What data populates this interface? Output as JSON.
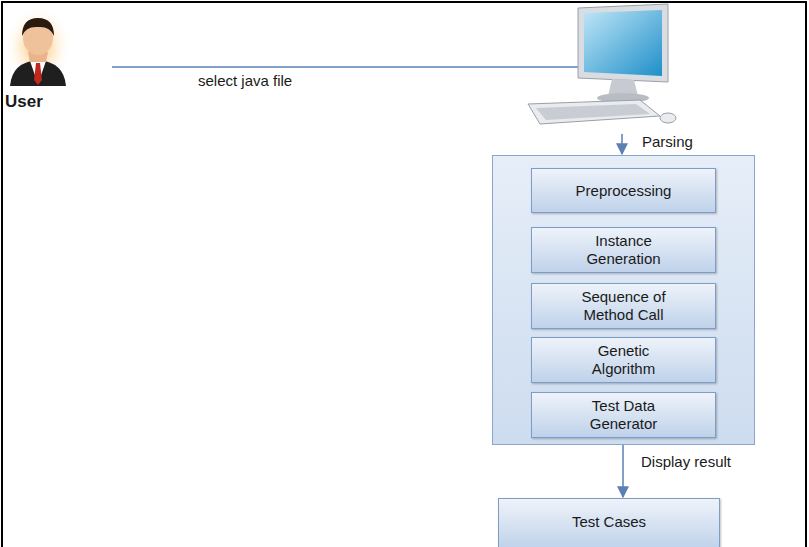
{
  "diagram": {
    "nodes": [
      {
        "text": [
          "User"
        ]
      },
      {
        "text": []
      },
      {
        "text": [
          "Preprocessing"
        ],
        "in": 1
      },
      {
        "text": [
          "Instance Generation"
        ],
        "in": 1
      },
      {
        "text": [
          "Sequence of Method Call"
        ],
        "in": 1
      },
      {
        "text": [
          "Genetic Algorithm"
        ],
        "in": 1
      },
      {
        "text": [
          "Test Data Generator"
        ],
        "in": 1
      },
      {
        "text": [
          "Test Cases"
        ]
      }
    ],
    "edges": [
      {
        "from": 1,
        "to": 7,
        "label": "Display result",
        "arrow": "to"
      }
    ],
    "labels": [
      "select java file",
      "Parsing"
    ]
  }
}
